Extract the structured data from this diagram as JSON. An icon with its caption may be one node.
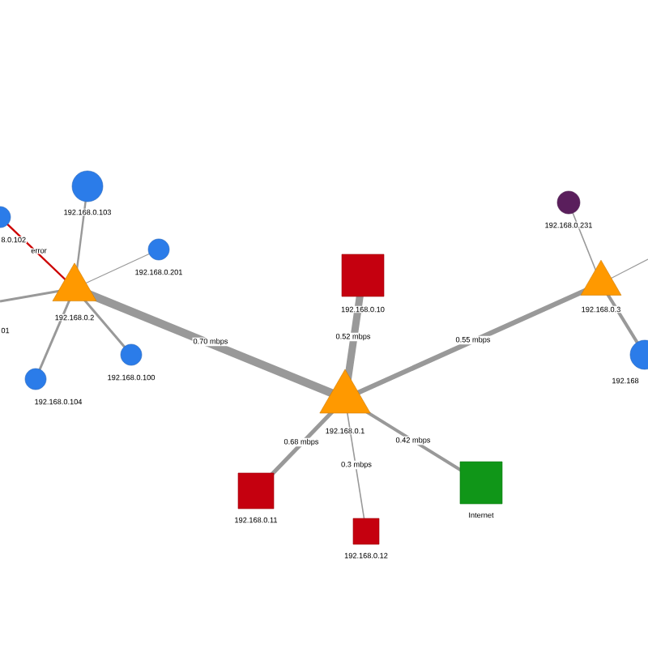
{
  "diagram": {
    "nodes": [
      {
        "text": [
          "192.168.0.2"
        ]
      },
      {
        "text": [
          "192.168.0.103"
        ]
      },
      {
        "text": [
          "8.0.102"
        ]
      },
      {
        "text": [
          "192.168.0.201"
        ]
      },
      {
        "text": [
          "192.168.0.100"
        ]
      },
      {
        "text": [
          "192.168.0.104"
        ]
      },
      {
        "text": [
          "192.168.0.1"
        ]
      },
      {
        "text": [
          "192.168.0.10"
        ]
      },
      {
        "text": [
          "192.168.0.11"
        ]
      },
      {
        "text": [
          "192.168.0.12"
        ]
      },
      {
        "text": [
          "Internet"
        ]
      },
      {
        "text": [
          "192.168.0.3"
        ]
      },
      {
        "text": [
          "192.168.0.231"
        ]
      },
      {
        "text": [
          "192.168"
        ]
      }
    ],
    "edges": [
      {
        "from": 0,
        "to": 1,
        "arrow": "none"
      },
      {
        "from": 0,
        "to": 2,
        "arrow": "none",
        "label": "error",
        "color": "#cc0000"
      },
      {
        "from": 0,
        "to": 3,
        "arrow": "none"
      },
      {
        "from": 0,
        "to": 4,
        "arrow": "none"
      },
      {
        "from": 0,
        "to": 5,
        "arrow": "none"
      },
      {
        "from": 0,
        "to": null,
        "arrow": "none"
      },
      {
        "from": 0,
        "to": 6,
        "arrow": "none",
        "label": "0.70 mbps",
        "style": "thick"
      },
      {
        "from": 6,
        "to": 7,
        "arrow": "none",
        "label": "0.52 mbps",
        "style": "thick"
      },
      {
        "from": 6,
        "to": 11,
        "arrow": "none",
        "label": "0.55 mbps",
        "style": "thick"
      },
      {
        "from": 6,
        "to": 8,
        "arrow": "none",
        "label": "0.68 mbps"
      },
      {
        "from": 6,
        "to": 9,
        "arrow": "none",
        "label": "0.3 mbps"
      },
      {
        "from": 6,
        "to": 10,
        "arrow": "none",
        "label": "0.42 mbps"
      },
      {
        "from": 11,
        "to": 12,
        "arrow": "none"
      },
      {
        "from": 11,
        "to": 13,
        "arrow": "none"
      },
      {
        "from": 11,
        "to": null,
        "arrow": "none"
      }
    ],
    "labels": [
      "01"
    ]
  }
}
